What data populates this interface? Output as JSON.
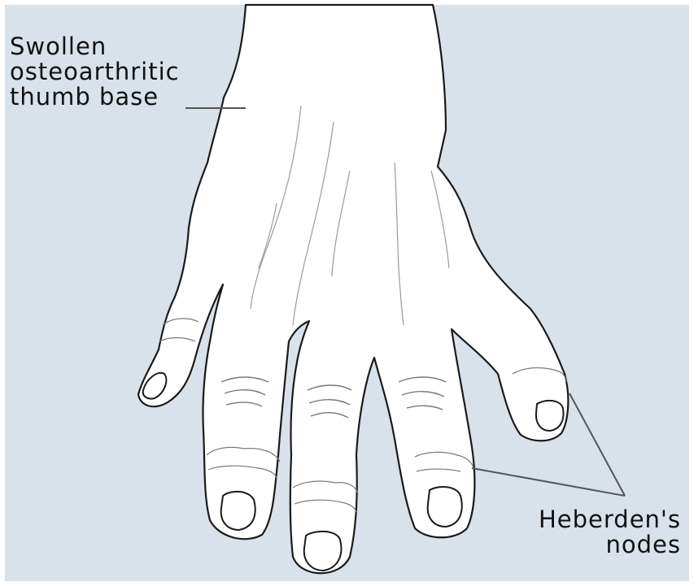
{
  "diagram": {
    "labels": {
      "thumb": [
        "Swollen",
        "osteoarthritic",
        "thumb base"
      ],
      "heberden": [
        "Heberden's",
        "nodes"
      ]
    },
    "colors": {
      "background": "#d9e2ea",
      "skin": "#ffffff",
      "outline": "#1a1a1a",
      "detail": "#8a8a8a",
      "leader": "#555555"
    }
  }
}
